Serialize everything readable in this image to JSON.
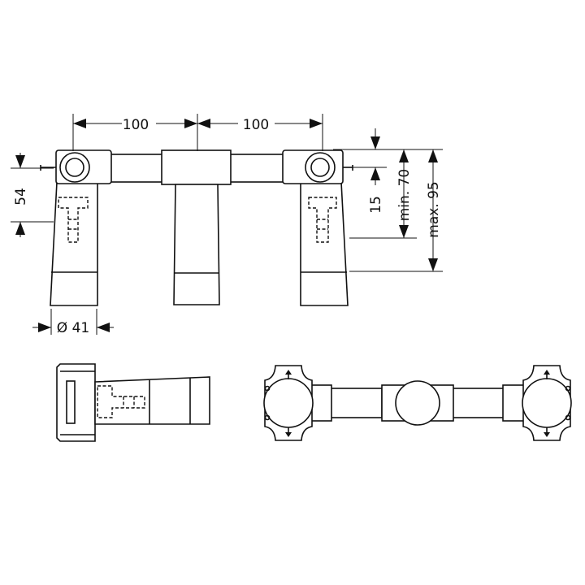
{
  "dimensions": {
    "left_spacing": "100",
    "right_spacing": "100",
    "valve_offset": "54",
    "diameter": "Ø 41",
    "spindle_depth": "15",
    "min_depth": "min. 70",
    "max_depth": "max. 95"
  },
  "colors": {
    "line": "#111111",
    "background": "#ffffff"
  }
}
